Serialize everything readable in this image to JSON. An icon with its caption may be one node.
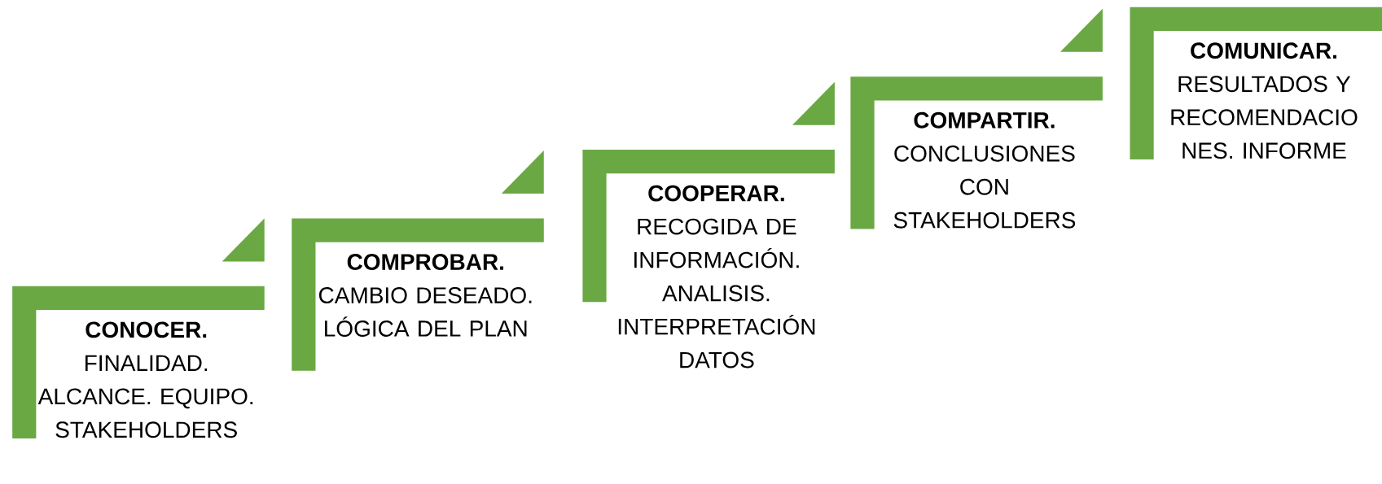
{
  "diagram": {
    "nodes": [
      {
        "text": [
          "CONOCER.",
          "FINALIDAD. ALCANCE. EQUIPO. STAKEHOLDERS"
        ]
      },
      {
        "text": [
          "COMPROBAR.",
          "CAMBIO DESEADO. LÓGICA DEL PLAN"
        ]
      },
      {
        "text": [
          "COOPERAR.",
          "RECOGIDA DE INFORMACIÓN. ANALISIS. INTERPRETACIÓN DATOS"
        ]
      },
      {
        "text": [
          "COMPARTIR.",
          "CONCLUSIONES CON STAKEHOLDERS"
        ]
      },
      {
        "text": [
          "COMUNICAR.",
          "RESULTADOS Y RECOMENDACIO NES. INFORME"
        ]
      }
    ]
  }
}
